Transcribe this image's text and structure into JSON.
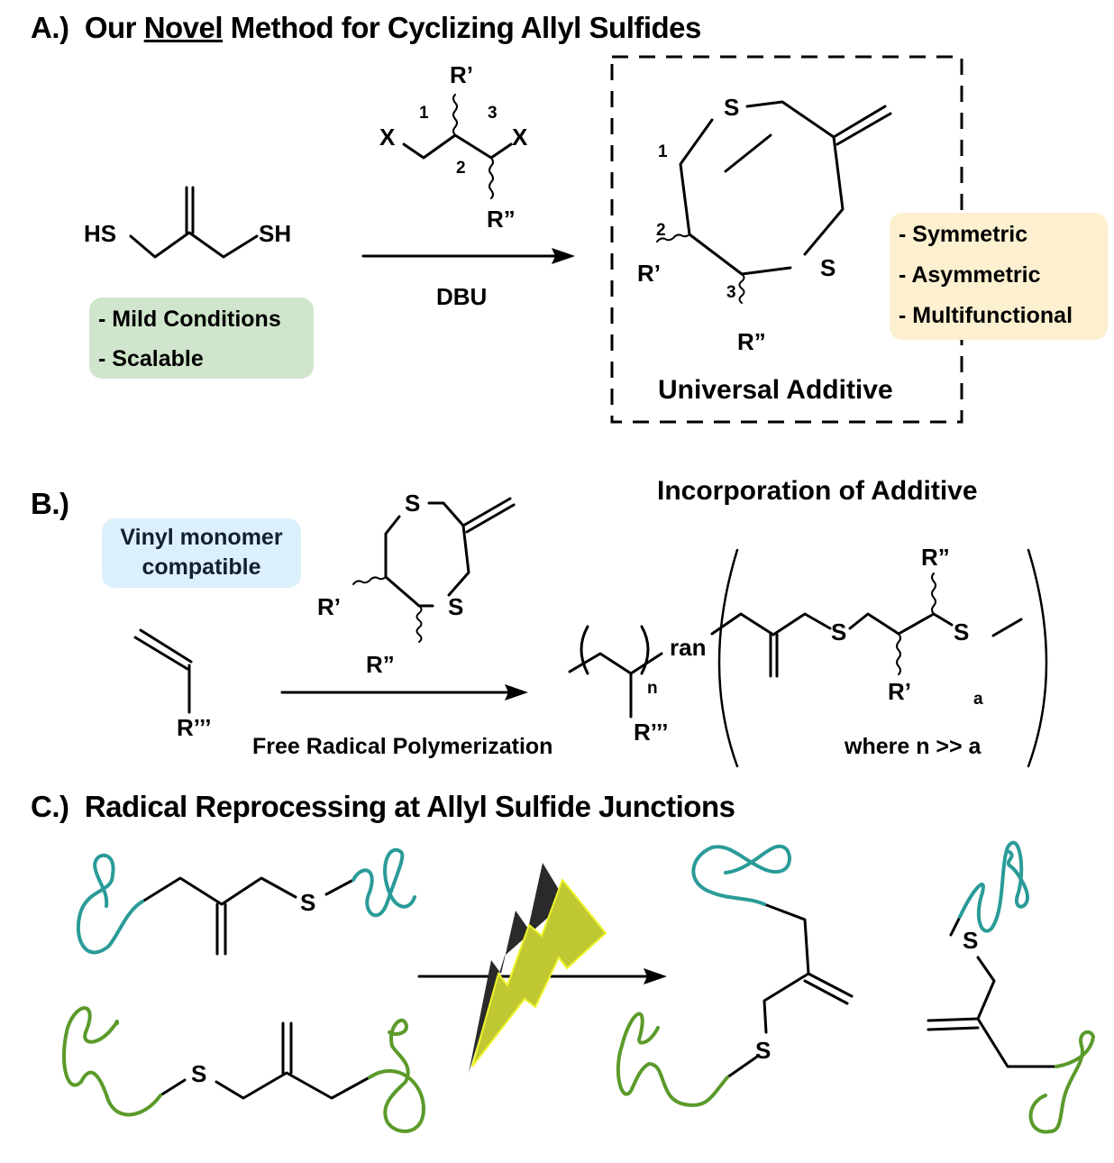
{
  "panel_a": {
    "label": "A.)",
    "title_pre": "Our ",
    "title_underlined": "Novel",
    "title_post": " Method for Cyclizing Allyl Sulfides",
    "reactant": {
      "left_group": "HS",
      "right_group": "SH"
    },
    "reagent": {
      "x_left": "X",
      "x_right": "X",
      "r_prime": "R’",
      "r_double_prime": "R”",
      "pos1": "1",
      "pos2": "2",
      "pos3": "3"
    },
    "condition": "DBU",
    "green_box": [
      "- Mild Conditions",
      "- Scalable"
    ],
    "product": {
      "s_top": "S",
      "s_bottom": "S",
      "pos1": "1",
      "pos2": "2",
      "pos3": "3",
      "r_prime": "R’",
      "r_double_prime": "R”",
      "caption": "Universal Additive"
    },
    "yellow_box": [
      "- Symmetric",
      "- Asymmetric",
      "- Multifunctional"
    ]
  },
  "panel_b": {
    "label": "B.)",
    "blue_box": [
      "Vinyl monomer",
      "compatible"
    ],
    "monomer_r": "R’’’",
    "additive": {
      "s_top": "S",
      "s_bottom": "S",
      "r_prime": "R’",
      "r_double_prime": "R”"
    },
    "condition": "Free Radical Polymerization",
    "heading": "Incorporation of Additive",
    "polymer": {
      "r_triple": "R’’’",
      "n": "n",
      "ran": "ran",
      "s1": "S",
      "s2": "S",
      "r_prime": "R’",
      "r_double_prime": "R”",
      "a": "a"
    },
    "footnote": "where n >> a"
  },
  "panel_c": {
    "label": "C.)",
    "title": "Radical Reprocessing at Allyl Sulfide Junctions",
    "s_labels": [
      "S",
      "S",
      "S",
      "S"
    ]
  },
  "colors": {
    "green_box": "#d0e6cc",
    "yellow_box": "#fdf0d0",
    "blue_box": "#dcf0fb",
    "teal_chain": "#2a9b98",
    "green_chain": "#5a9a2a",
    "bolt_fill": "#bfc832",
    "bolt_outline": "#eef52a",
    "bolt_shadow": "#2a2a2a"
  }
}
